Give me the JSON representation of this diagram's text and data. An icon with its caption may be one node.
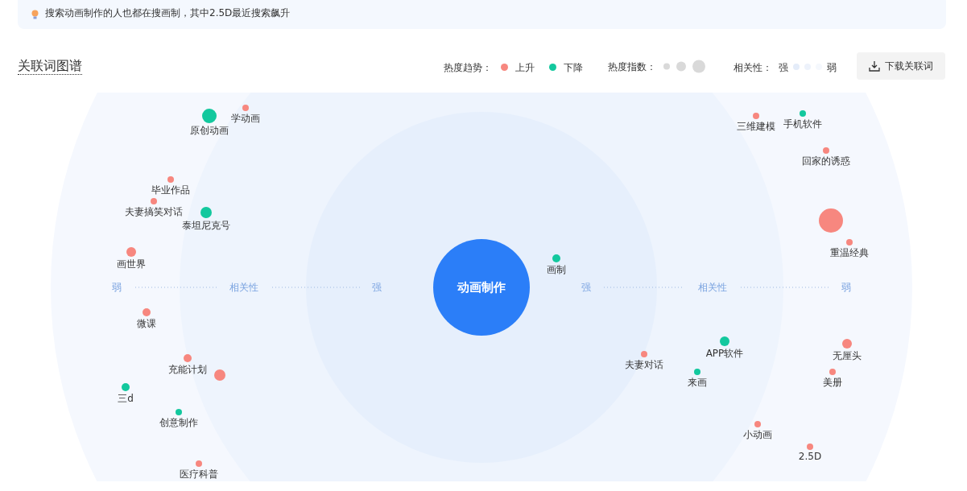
{
  "diagram": {
    "title": "关联词图谱",
    "nodes": [
      {
        "text": [
          "动画制作"
        ]
      },
      {
        "text": [
          "原创动画"
        ]
      },
      {
        "text": [
          "学动画"
        ]
      },
      {
        "text": [
          "三维建模"
        ]
      },
      {
        "text": [
          "手机软件"
        ]
      },
      {
        "text": [
          "回家的诱惑"
        ]
      },
      {
        "text": [
          "毕业作品"
        ]
      },
      {
        "text": [
          "夫妻搞笑对话"
        ]
      },
      {
        "text": [
          "泰坦尼克号"
        ]
      },
      {
        "text": [],
        "shape": "circle"
      },
      {
        "text": [
          "重温经典"
        ]
      },
      {
        "text": [
          "画世界"
        ]
      },
      {
        "text": [
          "画制"
        ]
      },
      {
        "text": [
          "微课"
        ]
      },
      {
        "text": [
          "无厘头"
        ]
      },
      {
        "text": [
          "APP软件"
        ]
      },
      {
        "text": [
          "夫妻对话"
        ]
      },
      {
        "text": [
          "充能计划"
        ]
      },
      {
        "text": [
          "来画"
        ]
      },
      {
        "text": [
          "美册"
        ]
      },
      {
        "text": [],
        "shape": "circle"
      },
      {
        "text": [
          "三d"
        ]
      },
      {
        "text": [
          "创意制作"
        ]
      },
      {
        "text": [
          "小动画"
        ]
      },
      {
        "text": [
          "2.5D"
        ]
      },
      {
        "text": [
          "医疗科普"
        ]
      }
    ],
    "edges": [],
    "labels": [
      "搜索动画制作的人也都在搜画制，其中2.5D最近搜索飙升",
      "热度趋势：",
      "热度指数：",
      "相关性：",
      "强",
      "弱",
      "下载关联词",
      "弱",
      "相关性",
      "强",
      "强",
      "相关性",
      "弱"
    ],
    "legend": [
      {
        "text": "上升",
        "color": "#f7877f"
      },
      {
        "text": "下降",
        "color": "#13c89e"
      }
    ]
  }
}
